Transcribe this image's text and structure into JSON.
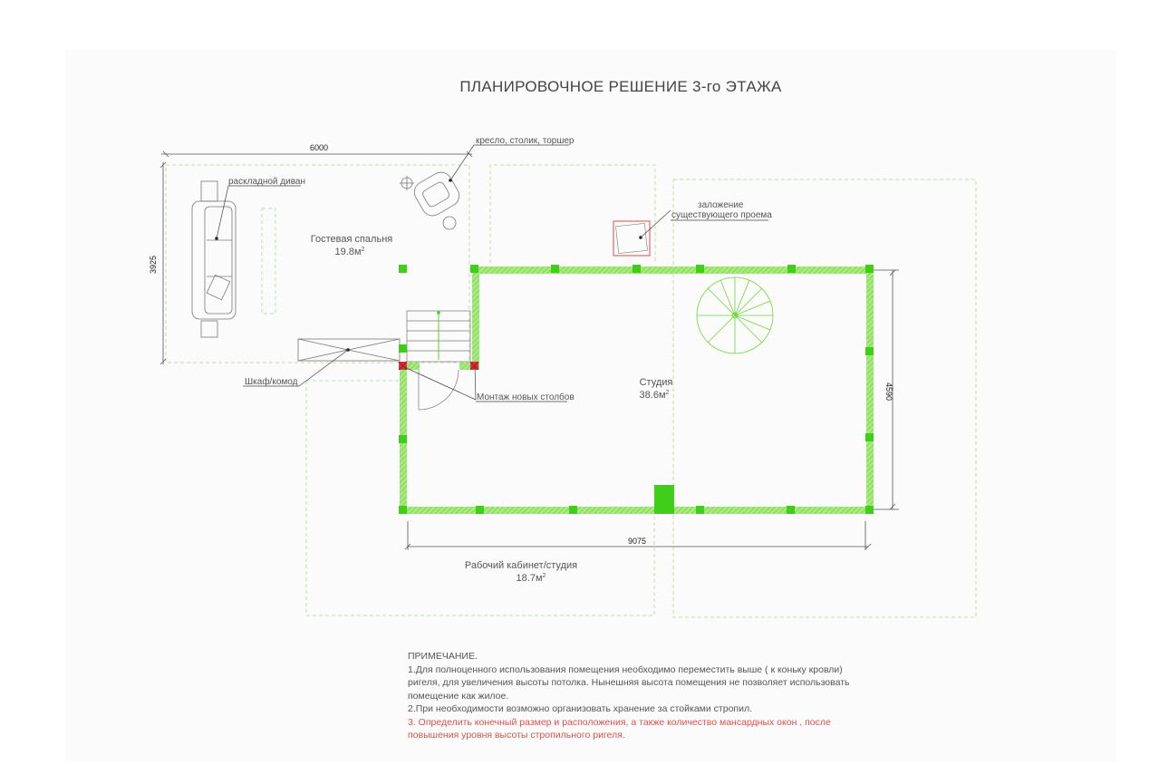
{
  "title": "ПЛАНИРОВОЧНОЕ РЕШЕНИЕ 3-го ЭТАЖА",
  "dimensions": {
    "guest_width": "6000",
    "guest_height": "3925",
    "studio_width": "9075",
    "studio_height": "4590"
  },
  "rooms": {
    "guest": {
      "name": "Гостевая спальня",
      "area": "19.8м",
      "sup": "2"
    },
    "studio": {
      "name": "Студия",
      "area": "38.6м",
      "sup": "2"
    },
    "office": {
      "name": "Рабочий кабинет/студия",
      "area": "18.7м",
      "sup": "2"
    }
  },
  "labels": {
    "sofa": "раскладной диван",
    "armchair": "кресло, столик, торшер",
    "opening_1": "заложение",
    "opening_2": "существующего проема",
    "wardrobe": "Шкаф/комод",
    "columns": "Монтаж новых столбов"
  },
  "notes": {
    "heading": "ПРИМЕЧАНИЕ.",
    "line1": "1.Для полноценного использования помещения необходимо переместить выше ( к коньку кровли)",
    "line2": "ригеля, для увеличения высоты потолка. Нынешняя высота помещения не позволяет использовать",
    "line3": "помещение как жилое.",
    "line4": "2.При необходимости возможно организовать хранение за стойками стропил.",
    "line5": "3. Определить конечный размер и расположения, а также количество мансардных окон , после",
    "line6": "повышения уровня высоты стропильного ригеля."
  },
  "colors": {
    "wall": "#8fe35a",
    "column": "#3fcf1a",
    "new_column": "#e0303a",
    "outline": "#b9dca1",
    "notes_red": "#d9534f"
  }
}
